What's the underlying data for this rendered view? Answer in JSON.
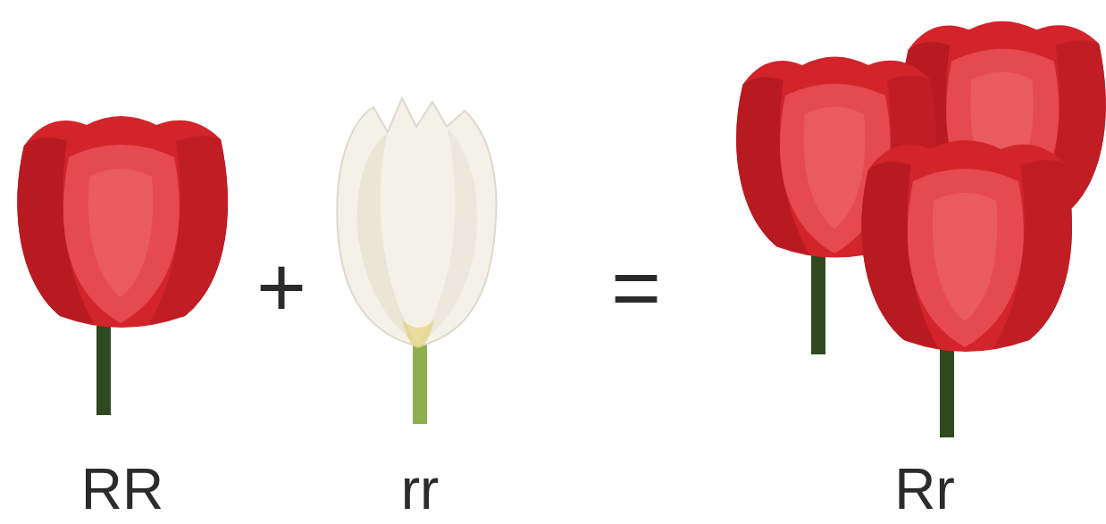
{
  "diagram": {
    "labels": [
      "RR",
      "+",
      "rr",
      "=",
      "Rr"
    ]
  }
}
